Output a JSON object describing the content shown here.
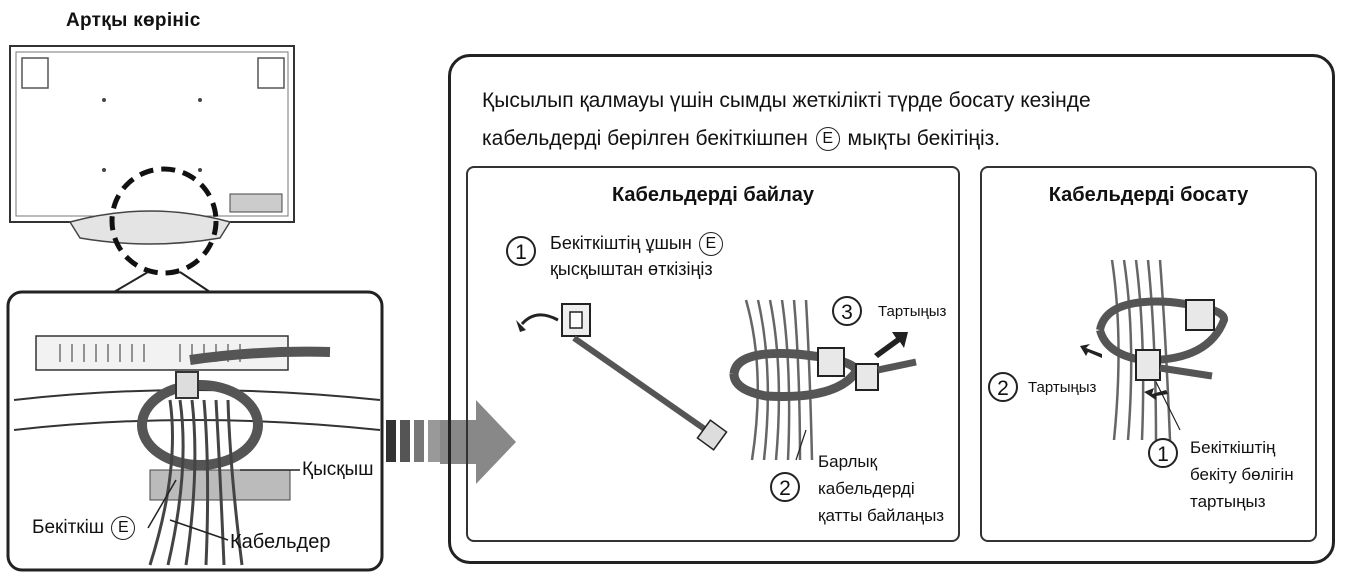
{
  "rear_view": {
    "title": "Артқы көрініс",
    "labels": {
      "clamp": "Қысқыш",
      "fastener": "Бекіткіш",
      "fastener_mark": "E",
      "cables": "Кабельдер"
    }
  },
  "instructions": {
    "line1": "Қысылып қалмауы үшін сымды жеткілікті түрде босату кезінде",
    "line2": "кабельдерді берілген бекіткішпен",
    "mark": "E",
    "line2_end": "мықты бекітіңіз."
  },
  "tie_panel": {
    "title": "Кабельдерді байлау",
    "step1": {
      "num": "1",
      "line1": "Бекіткіштің ұшын",
      "mark": "E",
      "line2": "қысқыштан өткізіңіз"
    },
    "step2": {
      "num": "2",
      "line1": "Барлық",
      "line2": "кабельдерді",
      "line3": "қатты байлаңыз"
    },
    "step3": {
      "num": "3",
      "label": "Тартыңыз"
    }
  },
  "release_panel": {
    "title": "Кабельдерді босату",
    "step1": {
      "num": "1",
      "line1": "Бекіткіштің",
      "line2": "бекіту бөлігін",
      "line3": "тартыңыз"
    },
    "step2": {
      "num": "2",
      "label": "Тартыңыз"
    }
  }
}
